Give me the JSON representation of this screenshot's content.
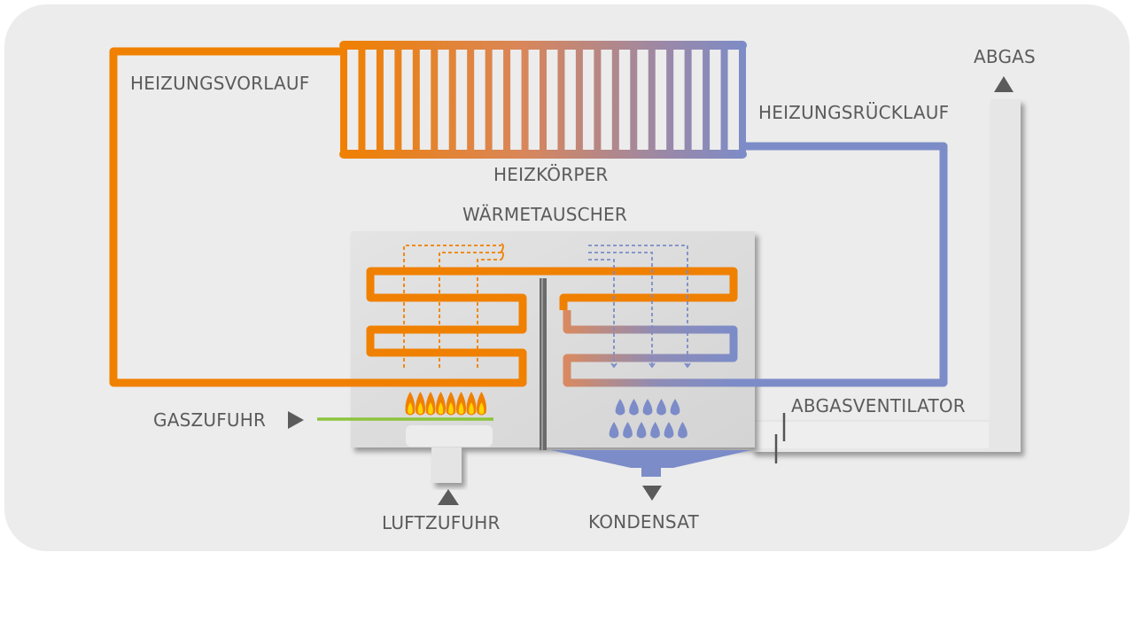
{
  "diagram": {
    "title": "Gas-Brennwertheizung Funktionsprinzip",
    "labels": {
      "heizungsvorlauf": "HEIZUNGSVORLAUF",
      "heizungsruecklauf": "HEIZUNGSRÜCKLAUF",
      "heizkoerper": "HEIZKÖRPER",
      "waermetauscher": "WÄRMETAUSCHER",
      "gaszufuhr": "GASZUFUHR",
      "luftzufuhr": "LUFTZUFUHR",
      "kondensat": "KONDENSAT",
      "abgasventilator": "ABGASVENTILATOR",
      "abgas": "ABGAS"
    },
    "components": {
      "radiator_fins": 23,
      "burner_flames": 8,
      "condensate_drops_top_row": 5,
      "condensate_drops_bottom_row": 6
    },
    "colors": {
      "background_panel": "#ececec",
      "hot_water": "#f08000",
      "cold_water": "#7c8cc8",
      "gas_line": "#8cc43c",
      "flame_outer": "#f08000",
      "flame_inner": "#ffd400",
      "text": "#5b5b5b",
      "arrow": "#5b5b5b"
    }
  }
}
